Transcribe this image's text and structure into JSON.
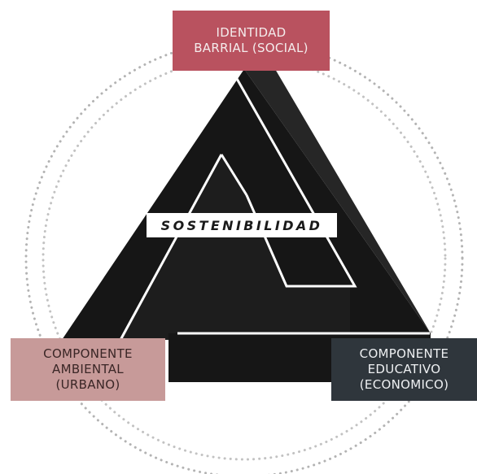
{
  "diagram": {
    "center_label": "SOSTENIBILIDAD",
    "nodes": {
      "top": {
        "lines": [
          "IDENTIDAD",
          "BARRIAL (SOCIAL)"
        ]
      },
      "left": {
        "lines": [
          "COMPONENTE",
          "AMBIENTAL",
          "(URBANO)"
        ]
      },
      "right": {
        "lines": [
          "COMPONENTE",
          "EDUCATIVO",
          "(ECONOMICO)"
        ]
      }
    }
  },
  "colors": {
    "top_box": "#b9525f",
    "left_box": "#c79a99",
    "right_box": "#2f363c",
    "triangle": "#161616",
    "ring_dots": "#b3b3b3"
  }
}
